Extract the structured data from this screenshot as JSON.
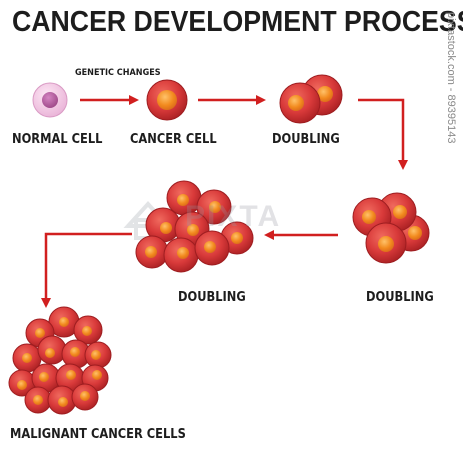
{
  "title": "CANCER DEVELOPMENT PROCESS",
  "labels": {
    "normal_cell": "NORMAL CELL",
    "cancer_cell": "CANCER CELL",
    "doubling_1": "DOUBLING",
    "doubling_2": "DOUBLING",
    "doubling_3": "DOUBLING",
    "malignant": "MALIGNANT CANCER CELLS",
    "genetic_changes": "GENETIC CHANGES"
  },
  "side_text": "pixtastock.com - 89395143",
  "watermark": "PIXTA",
  "colors": {
    "arrow": "#d11f1f",
    "cell_red": "#d93a3a",
    "cell_dark": "#b82525",
    "nucleus": "#f28a1e",
    "normal_cell": "#f3c7e3",
    "normal_nucleus": "#b25a9d"
  }
}
